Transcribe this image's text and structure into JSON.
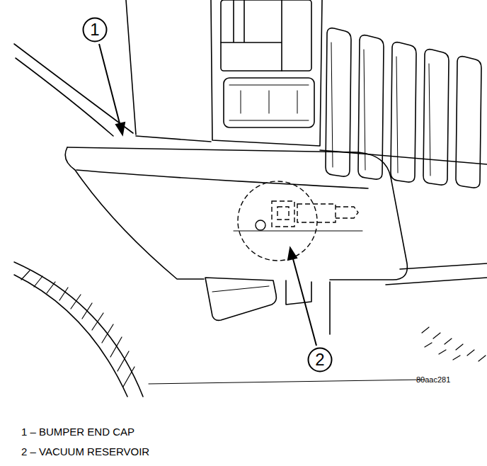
{
  "diagram": {
    "nodes": [
      {
        "text": [
          "1"
        ]
      },
      {
        "text": [
          "2"
        ]
      }
    ],
    "labels": [
      "80aac281",
      "1 – BUMPER END CAP",
      "2 – VACUUM RESERVOIR"
    ]
  }
}
